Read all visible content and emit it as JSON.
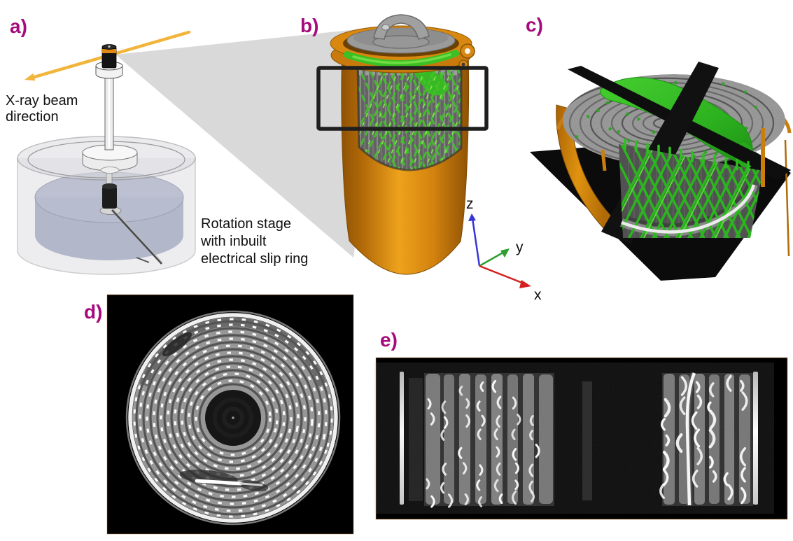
{
  "figure": {
    "panels": {
      "a": {
        "label": "a)"
      },
      "b": {
        "label": "b)"
      },
      "c": {
        "label": "c)"
      },
      "d": {
        "label": "d)"
      },
      "e": {
        "label": "e)"
      }
    },
    "annotations": {
      "xray_beam": {
        "lines": [
          "X-ray beam",
          "direction"
        ]
      },
      "rotation_stage": {
        "lines": [
          "Rotation stage",
          "with inbuilt",
          "electrical slip ring"
        ]
      }
    },
    "axes": {
      "x_label": "x",
      "y_label": "y",
      "z_label": "z",
      "x_color": "#d42020",
      "y_color": "#2f9e2f",
      "z_color": "#3535d6"
    },
    "colors": {
      "panel_label": "#a50b7d",
      "beam_arrow": "#f2b53c",
      "battery_can_orange": "#d9890f",
      "scan_green": "#44c22a",
      "scan_green_bright": "#84e64e",
      "beam_fan_grey": "#d9d9d9",
      "annotation_text": "#111111"
    }
  }
}
